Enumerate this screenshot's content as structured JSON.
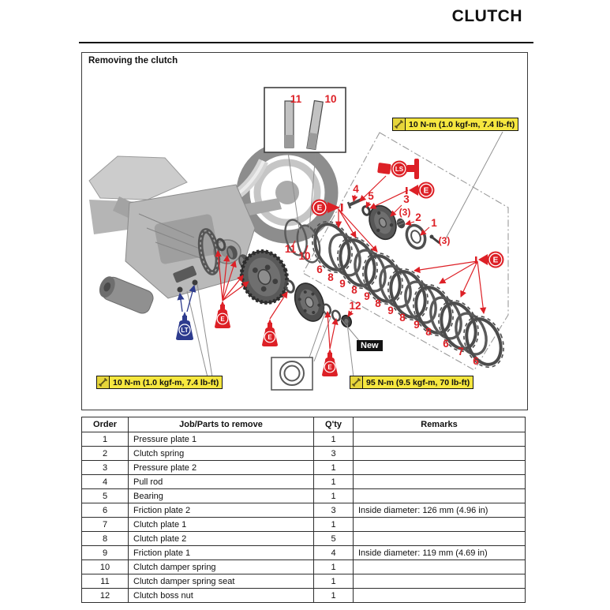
{
  "page": {
    "header": "CLUTCH"
  },
  "figure": {
    "title": "Removing the clutch",
    "labels": {
      "torque_top": "10 N-m (1.0 kgf-m, 7.4 lb-ft)",
      "torque_bottom_left": "10 N-m (1.0 kgf-m, 7.4 lb-ft)",
      "torque_bottom_right": "95 N-m (9.5 kgf-m, 70 lb-ft)",
      "new_part": "New"
    },
    "symbols": {
      "engine_oil": "E",
      "grease": "LS",
      "locking_agent": "LT"
    },
    "callouts": {
      "n1": "1",
      "n2": "2",
      "n3": "3",
      "n4": "4",
      "n5": "5",
      "n10": "10",
      "n11": "11",
      "n12": "12",
      "inset_10": "10",
      "inset_11": "11",
      "qty3_springs": "(3)",
      "qty3_bolts": "(3)"
    },
    "plate_labels": [
      "6",
      "8",
      "9",
      "8",
      "9",
      "8",
      "9",
      "8",
      "9",
      "8",
      "6",
      "7",
      "6"
    ]
  },
  "table": {
    "headers": [
      "Order",
      "Job/Parts to remove",
      "Q'ty",
      "Remarks"
    ],
    "rows": [
      {
        "order": "1",
        "job": "Pressure plate 1",
        "qty": "1",
        "remarks": ""
      },
      {
        "order": "2",
        "job": "Clutch spring",
        "qty": "3",
        "remarks": ""
      },
      {
        "order": "3",
        "job": "Pressure plate 2",
        "qty": "1",
        "remarks": ""
      },
      {
        "order": "4",
        "job": "Pull rod",
        "qty": "1",
        "remarks": ""
      },
      {
        "order": "5",
        "job": "Bearing",
        "qty": "1",
        "remarks": ""
      },
      {
        "order": "6",
        "job": "Friction plate 2",
        "qty": "3",
        "remarks": "Inside diameter: 126 mm (4.96 in)"
      },
      {
        "order": "7",
        "job": "Clutch plate 1",
        "qty": "1",
        "remarks": ""
      },
      {
        "order": "8",
        "job": "Clutch plate 2",
        "qty": "5",
        "remarks": ""
      },
      {
        "order": "9",
        "job": "Friction plate 1",
        "qty": "4",
        "remarks": "Inside diameter: 119 mm (4.69 in)"
      },
      {
        "order": "10",
        "job": "Clutch damper spring",
        "qty": "1",
        "remarks": ""
      },
      {
        "order": "11",
        "job": "Clutch damper spring seat",
        "qty": "1",
        "remarks": ""
      },
      {
        "order": "12",
        "job": "Clutch boss nut",
        "qty": "1",
        "remarks": ""
      }
    ]
  },
  "colors": {
    "accent_red": "#dd2026",
    "accent_blue": "#2d3b8e",
    "torque_yellow": "#f6e73f"
  }
}
